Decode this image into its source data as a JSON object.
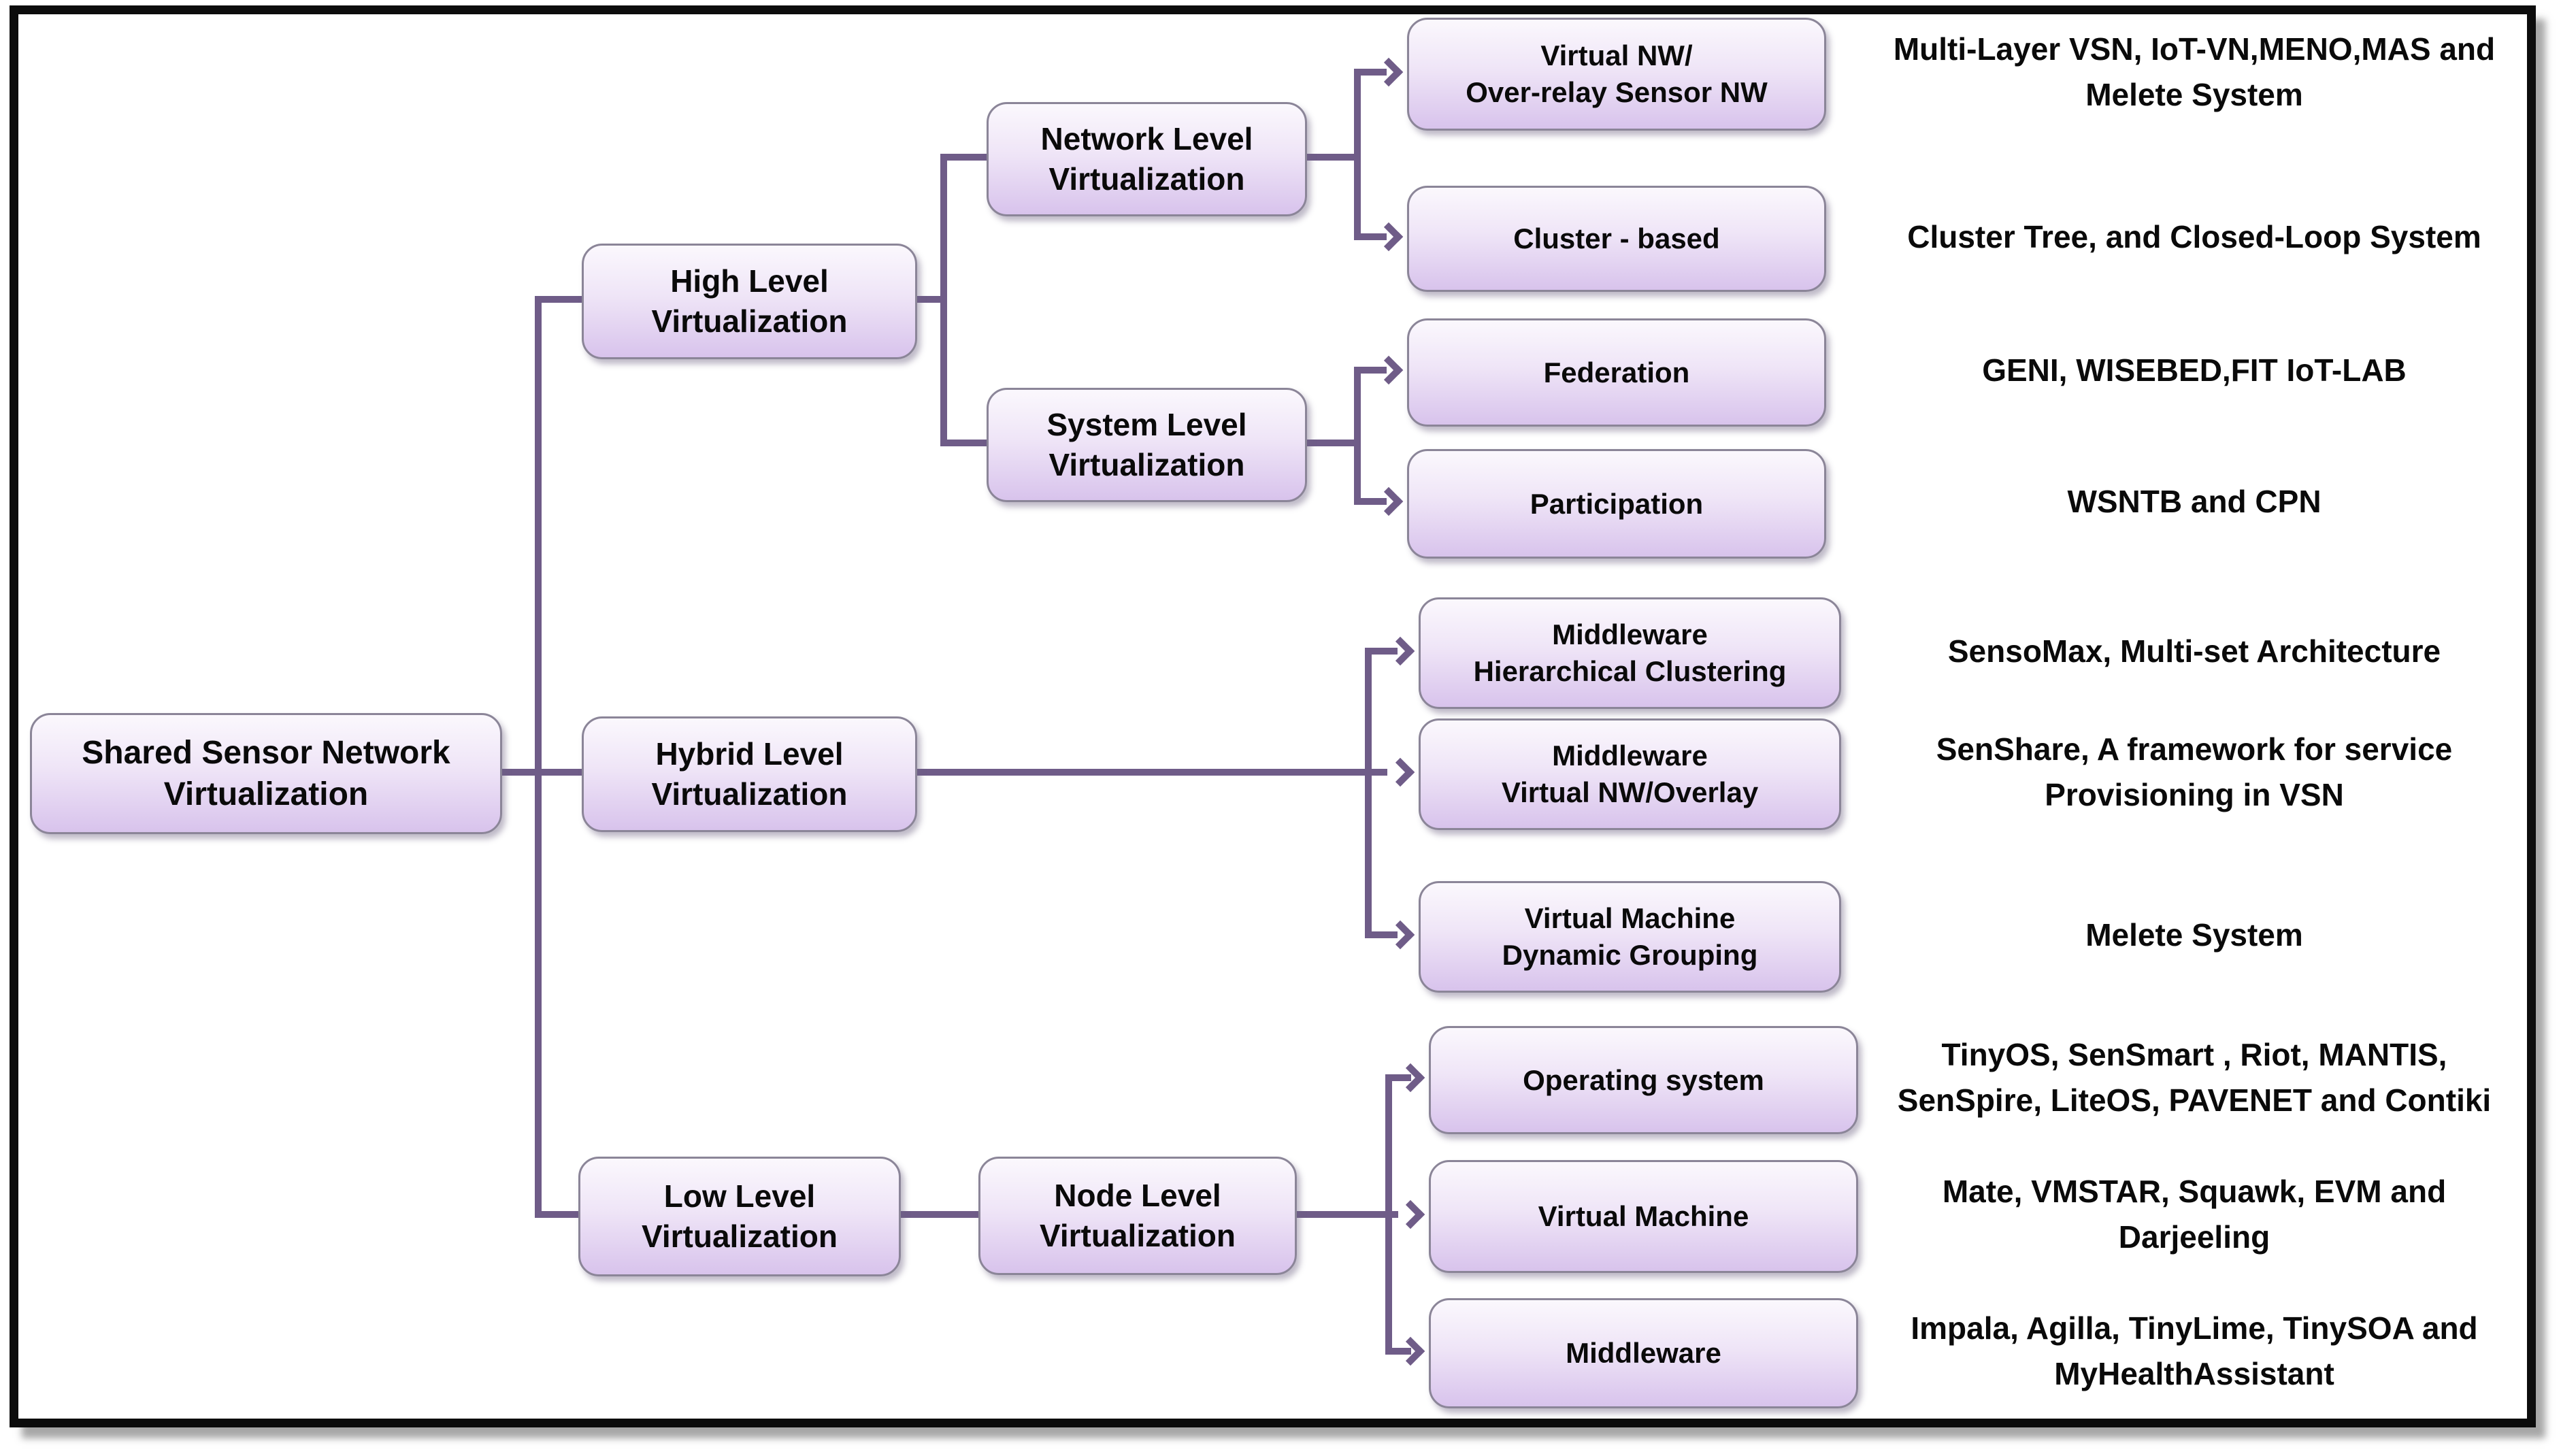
{
  "colors": {
    "connector": "#6f5c88",
    "box_border": "#8b8598",
    "box_fill_top": "#fbf8fd",
    "box_fill_bottom": "#d8c3ec",
    "frame_border": "#0c0c0c",
    "text": "#0a0a0a"
  },
  "tree": {
    "root": "Shared Sensor Network\nVirtualization",
    "branches": [
      {
        "label": "High Level\nVirtualization",
        "groups": [
          {
            "label": "Network Level\nVirtualization",
            "leaves": [
              {
                "box": "Virtual NW/\nOver-relay Sensor NW",
                "systems": "Multi-Layer VSN, IoT-VN,MENO,MAS and\nMelete System"
              },
              {
                "box": "Cluster - based",
                "systems": "Cluster Tree, and Closed-Loop System"
              }
            ]
          },
          {
            "label": "System Level\nVirtualization",
            "leaves": [
              {
                "box": "Federation",
                "systems": "GENI, WISEBED,FIT IoT-LAB"
              },
              {
                "box": "Participation",
                "systems": "WSNTB and CPN"
              }
            ]
          }
        ]
      },
      {
        "label": "Hybrid Level\nVirtualization",
        "leaves": [
          {
            "box": "Middleware\nHierarchical Clustering",
            "systems": "SensoMax, Multi-set Architecture"
          },
          {
            "box": "Middleware\nVirtual NW/Overlay",
            "systems": "SenShare, A framework for service\nProvisioning in VSN"
          },
          {
            "box": "Virtual Machine\nDynamic Grouping",
            "systems": "Melete System"
          }
        ]
      },
      {
        "label": "Low Level\nVirtualization",
        "groups": [
          {
            "label": "Node Level\nVirtualization",
            "leaves": [
              {
                "box": "Operating system",
                "systems": "TinyOS, SenSmart , Riot, MANTIS,\nSenSpire, LiteOS, PAVENET and Contiki"
              },
              {
                "box": "Virtual Machine",
                "systems": "Mate, VMSTAR, Squawk, EVM and\nDarjeeling"
              },
              {
                "box": "Middleware",
                "systems": "Impala, Agilla, TinyLime, TinySOA and\nMyHealthAssistant"
              }
            ]
          }
        ]
      }
    ]
  }
}
